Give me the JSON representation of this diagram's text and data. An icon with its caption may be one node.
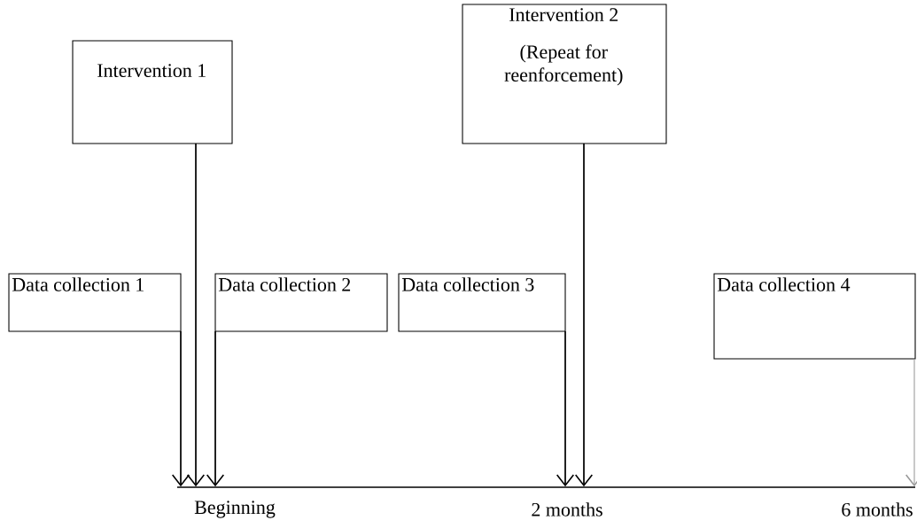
{
  "diagram": {
    "nodes": [
      {
        "text": [
          "Intervention 1"
        ]
      },
      {
        "text": [
          "Intervention 2",
          "(Repeat for reenforcement)"
        ]
      },
      {
        "text": [
          "Data collection 1"
        ]
      },
      {
        "text": [
          "Data collection 2"
        ]
      },
      {
        "text": [
          "Data collection 3"
        ]
      },
      {
        "text": [
          "Data collection 4"
        ]
      },
      {
        "text": [],
        "shape": "line"
      }
    ],
    "edges": [
      {
        "from": 2,
        "to": 6,
        "arrow": "to"
      },
      {
        "from": 0,
        "to": 6,
        "arrow": "to"
      },
      {
        "from": 3,
        "to": 6,
        "arrow": "to"
      },
      {
        "from": 4,
        "to": 6,
        "arrow": "to"
      },
      {
        "from": 1,
        "to": 6,
        "arrow": "to"
      },
      {
        "from": 5,
        "to": 6,
        "arrow": "to",
        "color": "#9a9a9a"
      }
    ],
    "labels": [
      "Beginning",
      "2 months",
      "6 months"
    ]
  }
}
